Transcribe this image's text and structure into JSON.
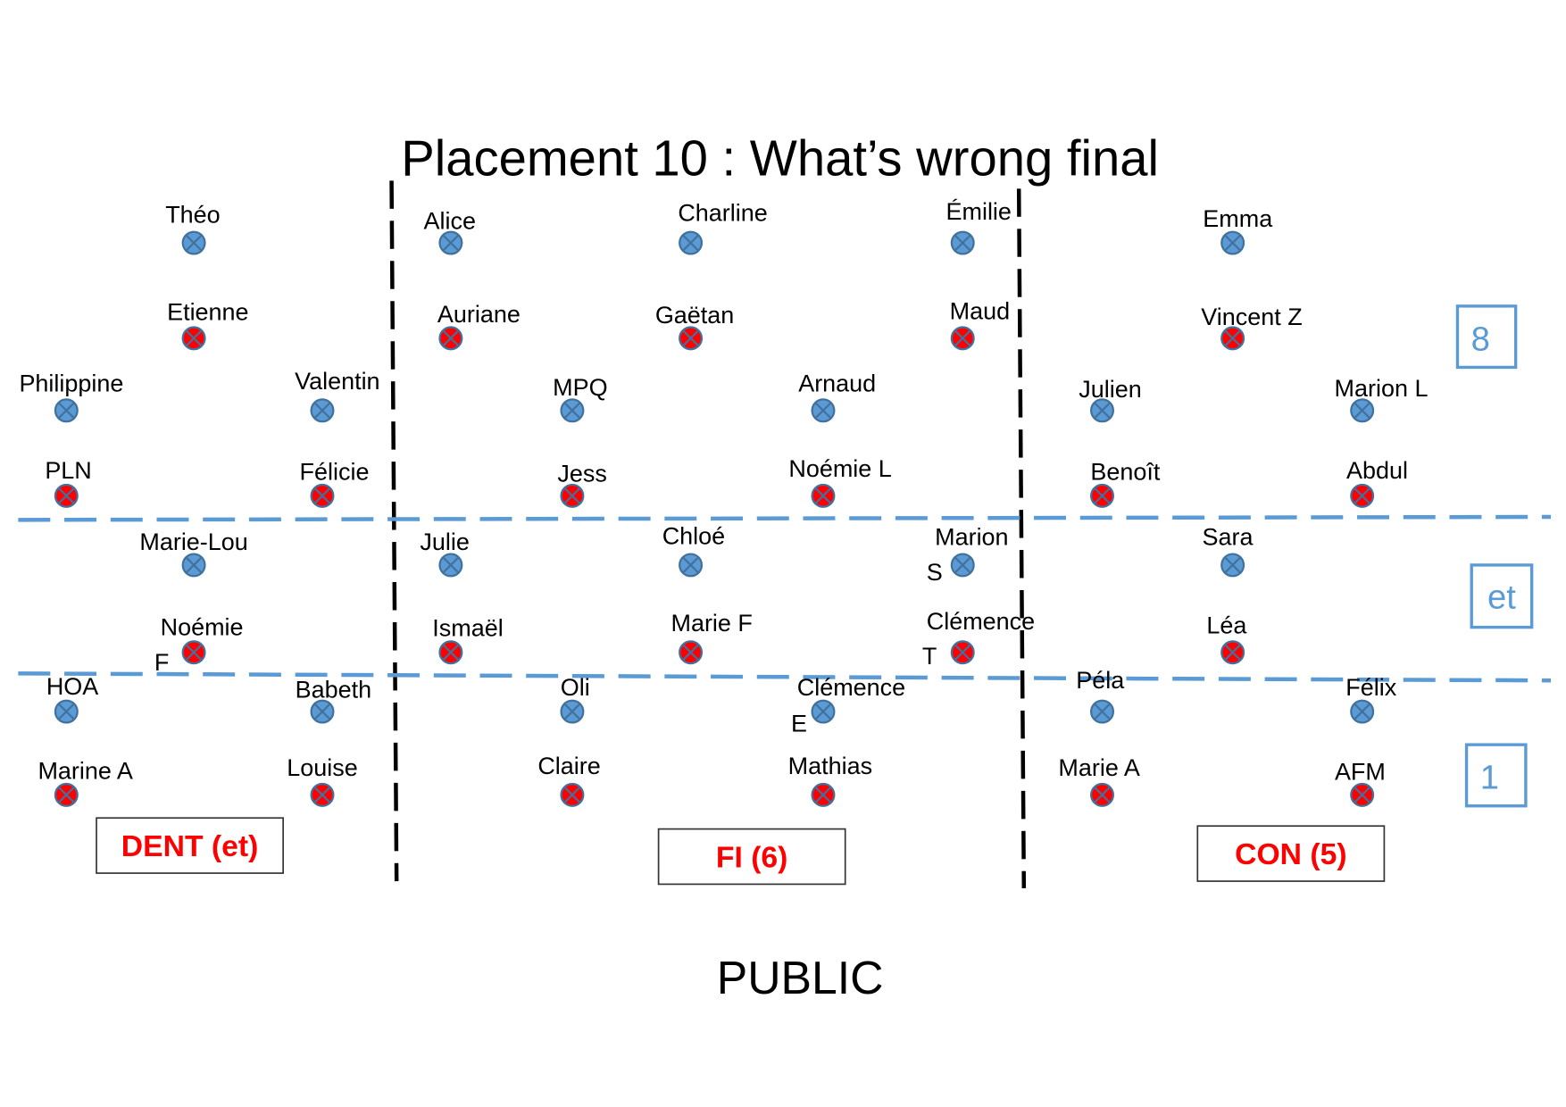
{
  "title": "Placement 10 : What’s wrong final",
  "footer": "PUBLIC",
  "colors": {
    "blue_seat": "#5B9BD5",
    "red_seat": "#FF0000",
    "seat_stroke": "#41719C",
    "group_label": "#FF0000",
    "level_label": "#5B9BD5"
  },
  "groups": [
    "DENT (et)",
    "FI (6)",
    "CON (5)"
  ],
  "levels": [
    "8",
    "et",
    "1"
  ],
  "seats": [
    {
      "name": [
        "Théo"
      ],
      "color": "blue"
    },
    {
      "name": [
        "Alice"
      ],
      "color": "blue"
    },
    {
      "name": [
        "Charline"
      ],
      "color": "blue"
    },
    {
      "name": [
        "Émilie"
      ],
      "color": "blue"
    },
    {
      "name": [
        "Emma"
      ],
      "color": "blue"
    },
    {
      "name": [
        "Etienne"
      ],
      "color": "red"
    },
    {
      "name": [
        "Auriane"
      ],
      "color": "red"
    },
    {
      "name": [
        "Gaëtan"
      ],
      "color": "red"
    },
    {
      "name": [
        "Maud"
      ],
      "color": "red"
    },
    {
      "name": [
        "Vincent Z"
      ],
      "color": "red"
    },
    {
      "name": [
        "Philippine"
      ],
      "color": "blue"
    },
    {
      "name": [
        "Valentin"
      ],
      "color": "blue"
    },
    {
      "name": [
        "MPQ"
      ],
      "color": "blue"
    },
    {
      "name": [
        "Arnaud"
      ],
      "color": "blue"
    },
    {
      "name": [
        "Julien"
      ],
      "color": "blue"
    },
    {
      "name": [
        "Marion L"
      ],
      "color": "blue"
    },
    {
      "name": [
        "PLN"
      ],
      "color": "red"
    },
    {
      "name": [
        "Félicie"
      ],
      "color": "red"
    },
    {
      "name": [
        "Jess"
      ],
      "color": "red"
    },
    {
      "name": [
        "Noémie L"
      ],
      "color": "red"
    },
    {
      "name": [
        "Benoît"
      ],
      "color": "red"
    },
    {
      "name": [
        "Abdul"
      ],
      "color": "red"
    },
    {
      "name": [
        "Marie-Lou"
      ],
      "color": "blue"
    },
    {
      "name": [
        "Julie"
      ],
      "color": "blue"
    },
    {
      "name": [
        "Chloé"
      ],
      "color": "blue"
    },
    {
      "name": [
        "Marion",
        "S"
      ],
      "color": "blue"
    },
    {
      "name": [
        "Sara"
      ],
      "color": "blue"
    },
    {
      "name": [
        "Noémie",
        "F"
      ],
      "color": "red"
    },
    {
      "name": [
        "Ismaël"
      ],
      "color": "red"
    },
    {
      "name": [
        "Marie F"
      ],
      "color": "red"
    },
    {
      "name": [
        "Clémence",
        "T"
      ],
      "color": "red"
    },
    {
      "name": [
        "Léa"
      ],
      "color": "red"
    },
    {
      "name": [
        "HOA"
      ],
      "color": "blue"
    },
    {
      "name": [
        "Babeth"
      ],
      "color": "blue"
    },
    {
      "name": [
        "Oli"
      ],
      "color": "blue"
    },
    {
      "name": [
        "Clémence",
        "E"
      ],
      "color": "blue"
    },
    {
      "name": [
        "Péla"
      ],
      "color": "blue"
    },
    {
      "name": [
        "Félix"
      ],
      "color": "blue"
    },
    {
      "name": [
        "Marine A"
      ],
      "color": "red"
    },
    {
      "name": [
        "Louise"
      ],
      "color": "red"
    },
    {
      "name": [
        "Claire"
      ],
      "color": "red"
    },
    {
      "name": [
        "Mathias"
      ],
      "color": "red"
    },
    {
      "name": [
        "Marie A"
      ],
      "color": "red"
    },
    {
      "name": [
        "AFM"
      ],
      "color": "red"
    }
  ]
}
